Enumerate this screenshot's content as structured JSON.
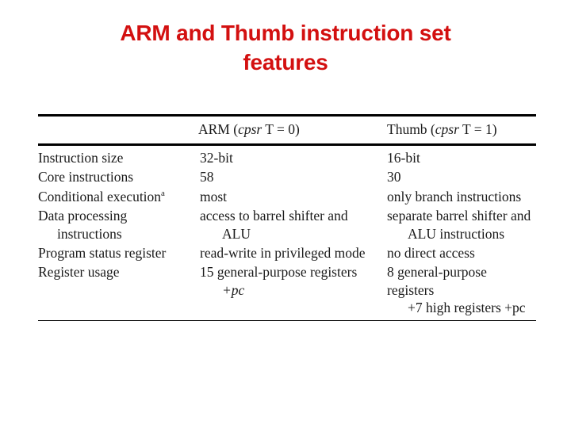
{
  "slide": {
    "title_line1": "ARM and Thumb instruction set",
    "title_line2": "features",
    "title_color": "#d31010",
    "background_color": "#ffffff"
  },
  "table": {
    "headers": {
      "label_column": "",
      "arm": {
        "prefix": "ARM (",
        "italic": "cpsr",
        "suffix": " T = 0)",
        "full": "ARM (cpsr T = 0)"
      },
      "thumb": {
        "prefix": "Thumb (",
        "italic": "cpsr",
        "suffix": " T = 1)",
        "full": "Thumb (cpsr T = 1)"
      }
    },
    "rows": [
      {
        "label": "Instruction size",
        "label_superscript": "",
        "arm": "32-bit",
        "arm_cont": "",
        "thumb": "16-bit",
        "thumb_cont": ""
      },
      {
        "label": "Core instructions",
        "label_superscript": "",
        "arm": "58",
        "arm_cont": "",
        "thumb": "30",
        "thumb_cont": ""
      },
      {
        "label": "Conditional execution",
        "label_superscript": "a",
        "arm": "most",
        "arm_cont": "",
        "thumb": "only branch instructions",
        "thumb_cont": ""
      },
      {
        "label": "Data processing",
        "label_superscript": "",
        "label_cont": "instructions",
        "arm": "access to barrel shifter and",
        "arm_cont": "ALU",
        "thumb": "separate barrel shifter and",
        "thumb_cont": "ALU instructions"
      },
      {
        "label": "Program status register",
        "label_superscript": "",
        "arm": "read-write in privileged mode",
        "arm_cont": "",
        "thumb": "no direct access",
        "thumb_cont": ""
      },
      {
        "label": "Register usage",
        "label_superscript": "",
        "arm": "15 general-purpose registers",
        "arm_cont": "+pc",
        "arm_cont_italic": "pc",
        "thumb": "8 general-purpose registers",
        "thumb_cont": "+7 high registers +pc",
        "thumb_cont_italic": "pc"
      }
    ]
  }
}
